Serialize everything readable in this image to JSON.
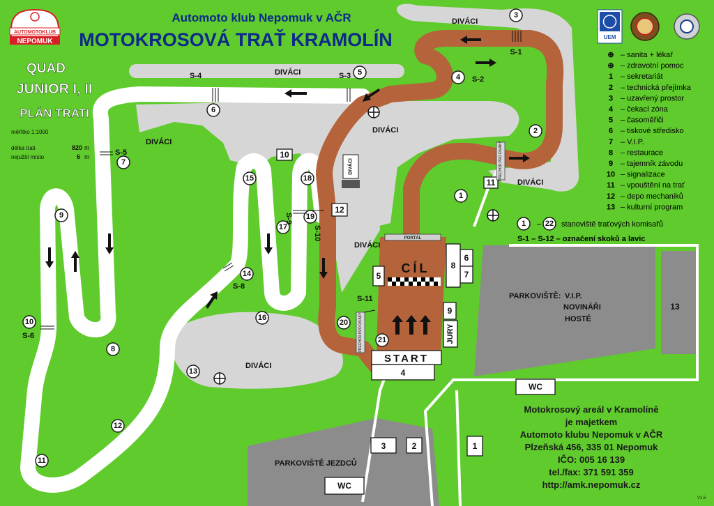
{
  "header": {
    "club": "Automoto klub Nepomuk v AČR",
    "title": "MOTOKROSOVÁ TRAŤ KRAMOLÍN",
    "logo_top": "AUTOMOTOKLUB",
    "logo_bottom": "NEPOMUK",
    "logo_uem": "UEM"
  },
  "left_info": {
    "category_line1": "QUAD",
    "category_line2": "JUNIOR I, II",
    "plan": "PLÁN TRATI",
    "scale": "měřítko 1:1000",
    "length_label": "délka trati",
    "length_value": "820",
    "length_unit": "m",
    "narrow_label": "nejužší místo",
    "narrow_value": "6",
    "narrow_unit": "m"
  },
  "legend": {
    "items": [
      {
        "sym": "⊕",
        "text": "– sanita + lékař"
      },
      {
        "sym": "⊕",
        "text": "– zdravotní pomoc"
      },
      {
        "sym": "1",
        "text": "– sekretariát"
      },
      {
        "sym": "2",
        "text": "– technická přejímka"
      },
      {
        "sym": "3",
        "text": "– uzavřený prostor"
      },
      {
        "sym": "4",
        "text": "– čekací zóna"
      },
      {
        "sym": "5",
        "text": "– časoměřiči"
      },
      {
        "sym": "6",
        "text": "– tiskové středisko"
      },
      {
        "sym": "7",
        "text": "– V.I.P."
      },
      {
        "sym": "8",
        "text": "– restaurace"
      },
      {
        "sym": "9",
        "text": "– tajemník závodu"
      },
      {
        "sym": "10",
        "text": "– signalizace"
      },
      {
        "sym": "11",
        "text": "– vpouštění na trať"
      },
      {
        "sym": "12",
        "text": "– depo mechaniků"
      },
      {
        "sym": "13",
        "text": "– kulturní program"
      }
    ],
    "marshal_from": "1",
    "marshal_to": "22",
    "marshal_dash": "–",
    "marshal_text": "stanoviště traťových komisařů",
    "jumps_text": "S-1 – S-12 – označení skoků a lavic"
  },
  "areas": {
    "spectators": "DIVÁCI",
    "parking_vip_1": "PARKOVIŠTĚ:",
    "parking_vip_2": "V.I.P.",
    "parking_vip_3": "NOVINÁŘI",
    "parking_vip_4": "HOSTÉ",
    "parking_riders": "PARKOVIŠTĚ JEZDCŮ",
    "wc": "WC",
    "start": "START",
    "finish": "CÍL",
    "jury": "JURY",
    "portal": "PORTÁL",
    "crossing": "PŘECHOD PRO DIVÁKY",
    "depot_box": "DIVÁCI"
  },
  "marshal_posts": [
    "1",
    "2",
    "3",
    "4",
    "5",
    "6",
    "7",
    "8",
    "9",
    "10",
    "11",
    "12",
    "13",
    "14",
    "15",
    "16",
    "17",
    "18",
    "19",
    "20",
    "21"
  ],
  "jumps": [
    "S-1",
    "S-2",
    "S-3",
    "S-4",
    "S-5",
    "S-6",
    "S-8",
    "S-9",
    "S-10",
    "S-11"
  ],
  "buildings": [
    "1",
    "2",
    "3",
    "4",
    "5",
    "6",
    "7",
    "8",
    "9",
    "10",
    "11",
    "12",
    "13"
  ],
  "owner": {
    "line1": "Motokrosový areál v Kramolíně",
    "line2": "je majetkem",
    "line3": "Automoto klubu Nepomuk v AČR",
    "line4": "Plzeňská 456, 335 01 Nepomuk",
    "line5": "IČO: 005 16 139",
    "line6": "tel./fax: 371 591 359",
    "line7": "http://amk.nepomuk.cz"
  },
  "version": "V1.6",
  "colors": {
    "grass": "#5fcb2c",
    "track": "#ffffff",
    "dirt": "#b4633a",
    "spectator_area": "#d6d6d6",
    "parking": "#8c8c8c",
    "title_blue": "#0d2a8a",
    "logo_red": "#d81f26"
  }
}
